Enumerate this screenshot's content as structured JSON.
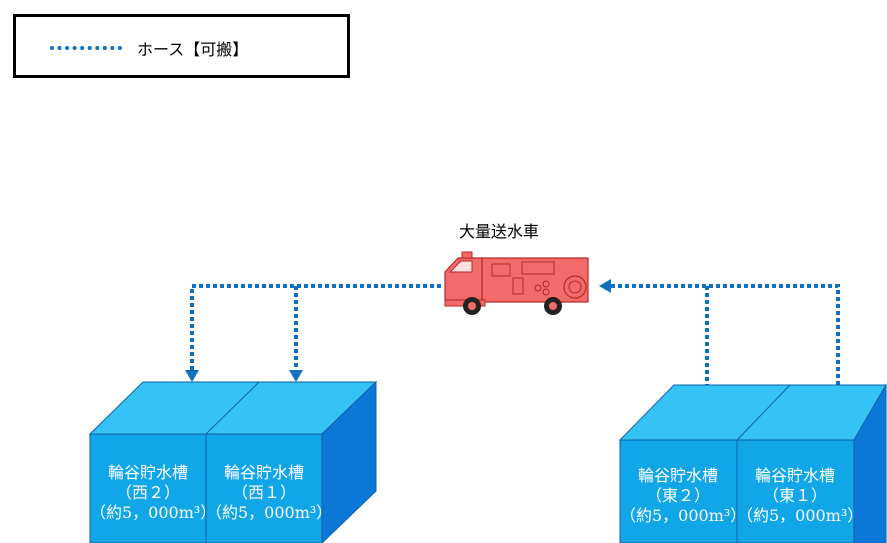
{
  "legend": {
    "label": "ホース【可搬】",
    "line_color": "#0f6fc0"
  },
  "truck": {
    "label": "大量送水車",
    "body_color": "#f26a6a"
  },
  "tanks": [
    {
      "id": "west2",
      "name": "輪谷貯水槽",
      "sub": "（西２）",
      "capacity": "（約5，000m³）"
    },
    {
      "id": "west1",
      "name": "輪谷貯水槽",
      "sub": "（西１）",
      "capacity": "（約5，000m³）"
    },
    {
      "id": "east2",
      "name": "輪谷貯水槽",
      "sub": "（東２）",
      "capacity": "（約5，000m³）"
    },
    {
      "id": "east1",
      "name": "輪谷貯水槽",
      "sub": "（東１）",
      "capacity": "（約5，000m³）"
    }
  ],
  "colors": {
    "tank_front": "#11a6e8",
    "tank_top": "#35c3f5",
    "tank_side": "#0b78d8",
    "tank_outline": "#0f5fa8",
    "hose": "#0f6fc0"
  }
}
